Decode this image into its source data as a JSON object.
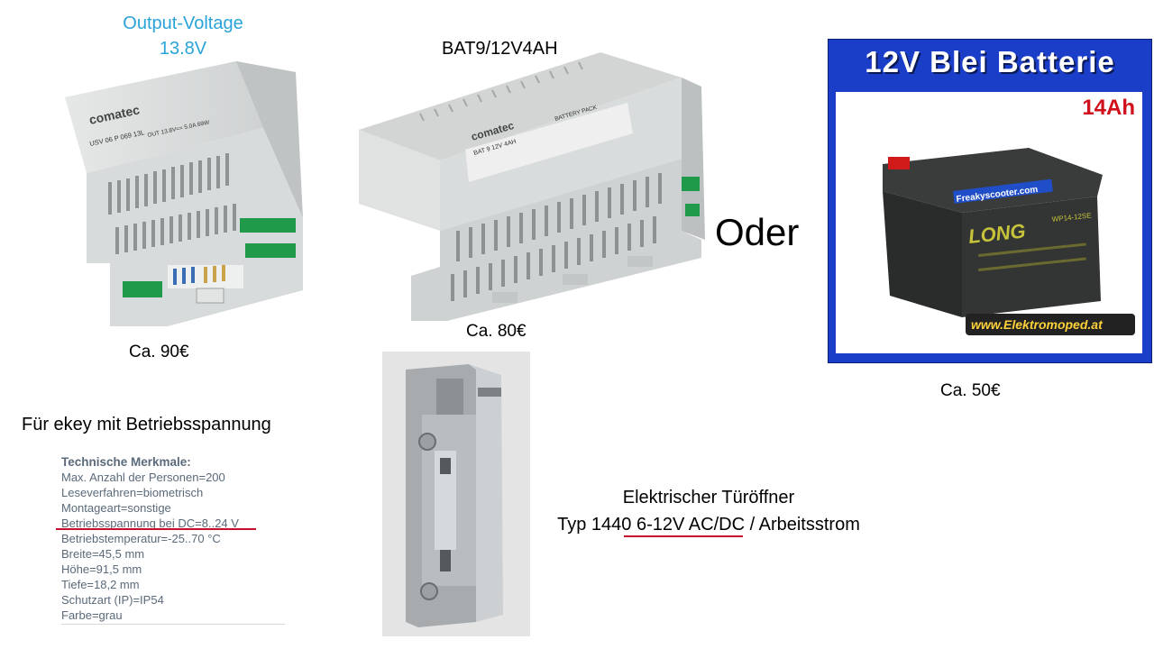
{
  "psu": {
    "title_line1": "Output-Voltage",
    "title_line2": "13.8V",
    "price": "Ca. 90€",
    "device_brand": "comatec",
    "device_model": "USV 06 P 069 13L",
    "device_output": "OUT 13.8V== 5.0A 69W"
  },
  "battery_pack": {
    "label": "BAT9/12V4AH",
    "price": "Ca. 80€",
    "device_brand": "comatec",
    "device_model": "BAT 9 12V 4AH",
    "device_type": "BATTERY PACK"
  },
  "separator": "Oder",
  "lead_battery": {
    "banner": "12V Blei Batterie",
    "capacity": "14Ah",
    "brand": "LONG",
    "model": "WP14-12SE",
    "sticker": "Freakyscooter.com",
    "watermark": "www.Elektromoped.at",
    "price": "Ca. 50€"
  },
  "ekey": {
    "heading": "Für ekey mit Betriebsspannung",
    "specs_title": "Technische Merkmale:",
    "specs": [
      "Max. Anzahl der Personen=200",
      "Leseverfahren=biometrisch",
      "Montageart=sonstige",
      "Betriebsspannung bei DC=8..24 V",
      "Betriebstemperatur=-25..70 °C",
      "Breite=45,5 mm",
      "Höhe=91,5 mm",
      "Tiefe=18,2 mm",
      "Schutzart (IP)=IP54",
      "Farbe=grau"
    ]
  },
  "door_opener": {
    "line1": "Elektrischer Türöffner",
    "line2_prefix": "Typ 1440 ",
    "line2_highlight": "6-12V AC/DC",
    "line2_suffix": " / Arbeitsstrom"
  },
  "colors": {
    "accent_blue": "#29a3d8",
    "underline_red": "#c8102e",
    "battery_frame_blue": "#1a3ec8",
    "capacity_red": "#d0101a",
    "spec_text": "#5a6a7a"
  }
}
